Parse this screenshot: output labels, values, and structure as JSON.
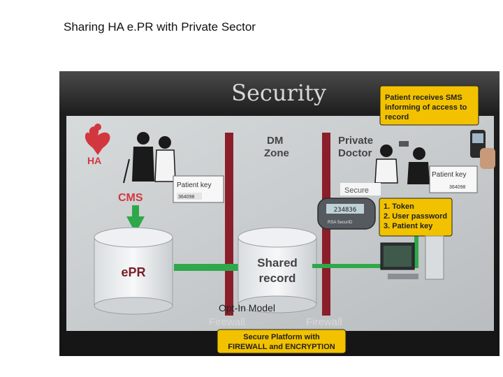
{
  "page": {
    "title": "Sharing HA e.PR with Private Sector"
  },
  "slide": {
    "heading": "Security",
    "ha_logo_text": "HA",
    "sms_note": [
      "Patient receives SMS",
      "informing of access to",
      "record"
    ],
    "zone_dm": [
      "DM",
      "Zone"
    ],
    "zone_private": [
      "Private",
      "Doctor"
    ],
    "patient_key_label": "Patient key",
    "patient_key_value": "364098",
    "cms_label": "CMS",
    "secure_label": "Secure",
    "token_display": "234836",
    "token_brand": "RSA SecurID",
    "steps": [
      "1. Token",
      "2. User password",
      "3. Patient key"
    ],
    "epr_label": "ePR",
    "shared_label": [
      "Shared",
      "record"
    ],
    "firewall_left": "Firewall",
    "firewall_right": "Firewall",
    "platform_note": [
      "Secure Platform with",
      "FIREWALL and ENCRYPTION"
    ],
    "colors": {
      "panel_bg": "#c8cbcc",
      "firewall": "#8a1f2a",
      "arrow": "#2ea84a",
      "note_bg": "#f2c200",
      "cms": "#d2373f"
    }
  },
  "caption": "Opt-In Model"
}
